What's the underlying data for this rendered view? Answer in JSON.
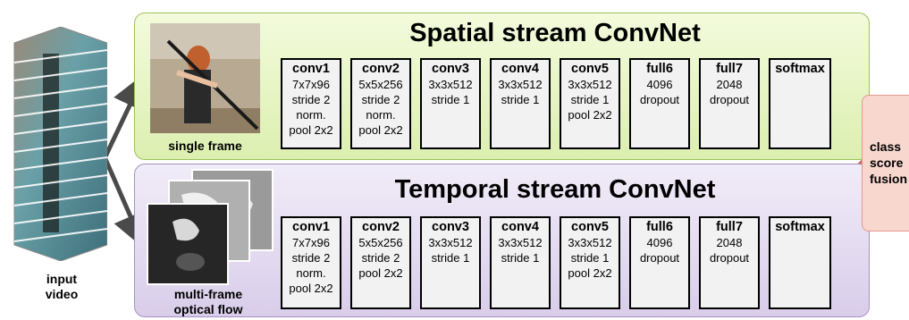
{
  "spatial": {
    "title": "Spatial stream ConvNet",
    "caption": "single frame",
    "layers": [
      {
        "name": "conv1",
        "lines": [
          "7x7x96",
          "stride 2",
          "norm.",
          "pool 2x2"
        ]
      },
      {
        "name": "conv2",
        "lines": [
          "5x5x256",
          "stride 2",
          "norm.",
          "pool 2x2"
        ]
      },
      {
        "name": "conv3",
        "lines": [
          "3x3x512",
          "stride 1"
        ]
      },
      {
        "name": "conv4",
        "lines": [
          "3x3x512",
          "stride 1"
        ]
      },
      {
        "name": "conv5",
        "lines": [
          "3x3x512",
          "stride 1",
          "pool 2x2"
        ]
      },
      {
        "name": "full6",
        "lines": [
          "4096",
          "dropout"
        ]
      },
      {
        "name": "full7",
        "lines": [
          "2048",
          "dropout"
        ]
      },
      {
        "name": "softmax",
        "lines": []
      }
    ]
  },
  "temporal": {
    "title": "Temporal stream ConvNet",
    "caption_lines": [
      "multi-frame",
      "optical flow"
    ],
    "layers": [
      {
        "name": "conv1",
        "lines": [
          "7x7x96",
          "stride 2",
          "norm.",
          "pool 2x2"
        ]
      },
      {
        "name": "conv2",
        "lines": [
          "5x5x256",
          "stride 2",
          "pool 2x2"
        ]
      },
      {
        "name": "conv3",
        "lines": [
          "3x3x512",
          "stride 1"
        ]
      },
      {
        "name": "conv4",
        "lines": [
          "3x3x512",
          "stride 1"
        ]
      },
      {
        "name": "conv5",
        "lines": [
          "3x3x512",
          "stride 1",
          "pool 2x2"
        ]
      },
      {
        "name": "full6",
        "lines": [
          "4096",
          "dropout"
        ]
      },
      {
        "name": "full7",
        "lines": [
          "2048",
          "dropout"
        ]
      },
      {
        "name": "softmax",
        "lines": []
      }
    ]
  },
  "input": {
    "caption_lines": [
      "input",
      "video"
    ]
  },
  "fusion": {
    "lines": [
      "class",
      "score",
      "fusion"
    ]
  },
  "colors": {
    "spatial_fill": "#e4f3c4",
    "temporal_fill": "#e2d9ef",
    "fusion_fill": "#f8d7cf",
    "arrow": "#4a4a4a",
    "fusion_arrow": "#d9665c"
  }
}
